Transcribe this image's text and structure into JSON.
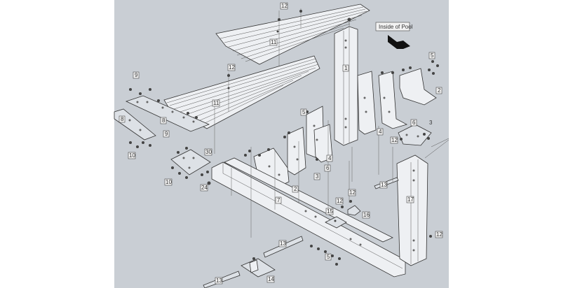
{
  "colors": {
    "background": "#c9ced4",
    "margin": "#ffffff",
    "outline": "#333333"
  },
  "callout": {
    "label": "Inside of Pool"
  },
  "labels": {
    "l12a": "12",
    "l11a": "11",
    "l12b": "12",
    "l11b": "11",
    "l1": "1",
    "l5a": "5",
    "l2a": "2",
    "l9a": "9",
    "l8a": "8",
    "l8b": "8",
    "l9b": "9",
    "l10a": "10",
    "l5b": "5",
    "l6a": "6",
    "l3a": "3",
    "l4a": "4",
    "l7": "7",
    "l4b": "4",
    "l6b": "6",
    "l12c": "12",
    "l3b": "3",
    "l2b": "2",
    "l10b": "10",
    "l24": "24",
    "l30": "30",
    "l12d": "12",
    "l13a": "13",
    "l15": "15",
    "l16": "16",
    "l17": "17",
    "l12e": "12",
    "l13b": "13",
    "l5c": "5",
    "l14": "14",
    "l13c": "13",
    "l12f": "12"
  }
}
